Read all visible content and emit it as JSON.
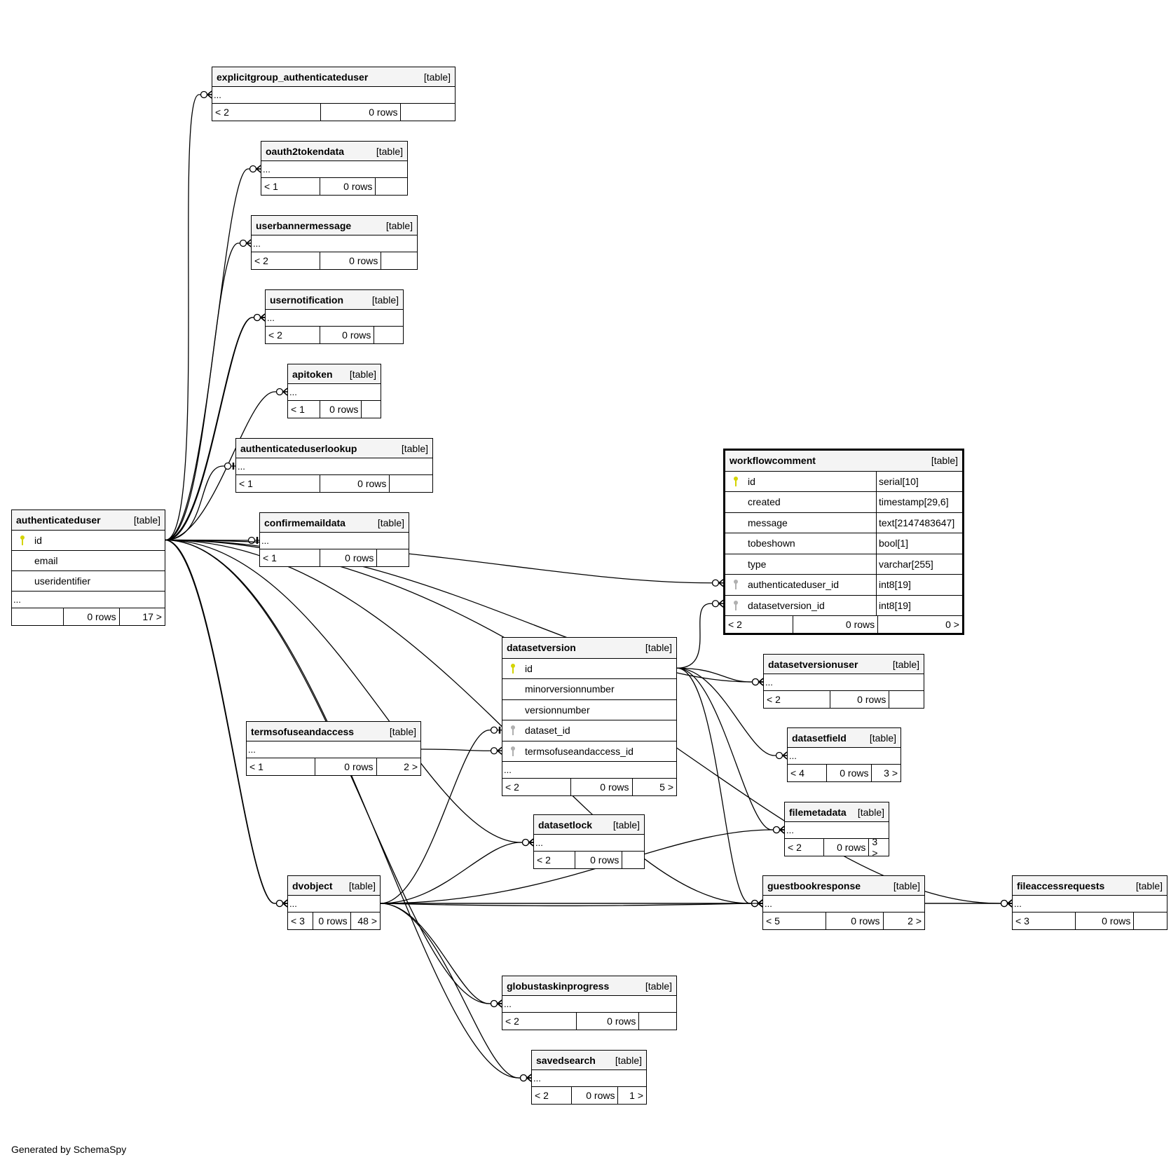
{
  "footer": {
    "generated_by": "Generated by SchemaSpy"
  },
  "type_label": "[table]",
  "icons": {
    "primary_key": "primary-key-icon",
    "foreign_key": "foreign-key-icon"
  },
  "colors": {
    "primary_key": "#d4d400",
    "foreign_key": "#b0b0b0",
    "header_bg": "#f4f4f4",
    "line": "#000000"
  },
  "tables": [
    {
      "id": "explicitgroup_authenticateduser",
      "name": "explicitgroup_authenticateduser",
      "type": "[table]",
      "columns": [],
      "ellipsis": "...",
      "parents": "< 2",
      "rows": "0 rows",
      "children": ""
    },
    {
      "id": "oauth2tokendata",
      "name": "oauth2tokendata",
      "type": "[table]",
      "columns": [],
      "ellipsis": "...",
      "parents": "< 1",
      "rows": "0 rows",
      "children": ""
    },
    {
      "id": "userbannermessage",
      "name": "userbannermessage",
      "type": "[table]",
      "columns": [],
      "ellipsis": "...",
      "parents": "< 2",
      "rows": "0 rows",
      "children": ""
    },
    {
      "id": "usernotification",
      "name": "usernotification",
      "type": "[table]",
      "columns": [],
      "ellipsis": "...",
      "parents": "< 2",
      "rows": "0 rows",
      "children": ""
    },
    {
      "id": "apitoken",
      "name": "apitoken",
      "type": "[table]",
      "columns": [],
      "ellipsis": "...",
      "parents": "< 1",
      "rows": "0 rows",
      "children": ""
    },
    {
      "id": "authenticateduserlookup",
      "name": "authenticateduserlookup",
      "type": "[table]",
      "columns": [],
      "ellipsis": "...",
      "parents": "< 1",
      "rows": "0 rows",
      "children": ""
    },
    {
      "id": "confirmemaildata",
      "name": "confirmemaildata",
      "type": "[table]",
      "columns": [],
      "ellipsis": "...",
      "parents": "< 1",
      "rows": "0 rows",
      "children": ""
    },
    {
      "id": "authenticateduser",
      "name": "authenticateduser",
      "type": "[table]",
      "columns": [
        {
          "name": "id",
          "key": "pk",
          "datatype": ""
        },
        {
          "name": "email",
          "key": "",
          "datatype": ""
        },
        {
          "name": "useridentifier",
          "key": "",
          "datatype": ""
        }
      ],
      "ellipsis": "...",
      "parents": "",
      "rows": "0 rows",
      "children": "17 >"
    },
    {
      "id": "workflowcomment",
      "name": "workflowcomment",
      "type": "[table]",
      "focus": true,
      "columns": [
        {
          "name": "id",
          "key": "pk",
          "datatype": "serial[10]"
        },
        {
          "name": "created",
          "key": "",
          "datatype": "timestamp[29,6]"
        },
        {
          "name": "message",
          "key": "",
          "datatype": "text[2147483647]"
        },
        {
          "name": "tobeshown",
          "key": "",
          "datatype": "bool[1]"
        },
        {
          "name": "type",
          "key": "",
          "datatype": "varchar[255]"
        },
        {
          "name": "authenticateduser_id",
          "key": "fk",
          "datatype": "int8[19]"
        },
        {
          "name": "datasetversion_id",
          "key": "fk",
          "datatype": "int8[19]"
        }
      ],
      "ellipsis": null,
      "parents": "< 2",
      "rows": "0 rows",
      "children": "0 >"
    },
    {
      "id": "datasetversion",
      "name": "datasetversion",
      "type": "[table]",
      "columns": [
        {
          "name": "id",
          "key": "pk",
          "datatype": ""
        },
        {
          "name": "minorversionnumber",
          "key": "",
          "datatype": ""
        },
        {
          "name": "versionnumber",
          "key": "",
          "datatype": ""
        },
        {
          "name": "dataset_id",
          "key": "fk",
          "datatype": ""
        },
        {
          "name": "termsofuseandaccess_id",
          "key": "fk",
          "datatype": ""
        }
      ],
      "ellipsis": "...",
      "parents": "< 2",
      "rows": "0 rows",
      "children": "5 >"
    },
    {
      "id": "datasetversionuser",
      "name": "datasetversionuser",
      "type": "[table]",
      "columns": [],
      "ellipsis": "...",
      "parents": "< 2",
      "rows": "0 rows",
      "children": ""
    },
    {
      "id": "termsofuseandaccess",
      "name": "termsofuseandaccess",
      "type": "[table]",
      "columns": [],
      "ellipsis": "...",
      "parents": "< 1",
      "rows": "0 rows",
      "children": "2 >"
    },
    {
      "id": "datasetfield",
      "name": "datasetfield",
      "type": "[table]",
      "columns": [],
      "ellipsis": "...",
      "parents": "< 4",
      "rows": "0 rows",
      "children": "3 >"
    },
    {
      "id": "datasetlock",
      "name": "datasetlock",
      "type": "[table]",
      "columns": [],
      "ellipsis": "...",
      "parents": "< 2",
      "rows": "0 rows",
      "children": ""
    },
    {
      "id": "filemetadata",
      "name": "filemetadata",
      "type": "[table]",
      "columns": [],
      "ellipsis": "...",
      "parents": "< 2",
      "rows": "0 rows",
      "children": "3 >"
    },
    {
      "id": "dvobject",
      "name": "dvobject",
      "type": "[table]",
      "columns": [],
      "ellipsis": "...",
      "parents": "< 3",
      "rows": "0 rows",
      "children": "48 >"
    },
    {
      "id": "guestbookresponse",
      "name": "guestbookresponse",
      "type": "[table]",
      "columns": [],
      "ellipsis": "...",
      "parents": "< 5",
      "rows": "0 rows",
      "children": "2 >"
    },
    {
      "id": "fileaccessrequests",
      "name": "fileaccessrequests",
      "type": "[table]",
      "columns": [],
      "ellipsis": "...",
      "parents": "< 3",
      "rows": "0 rows",
      "children": ""
    },
    {
      "id": "globustaskinprogress",
      "name": "globustaskinprogress",
      "type": "[table]",
      "columns": [],
      "ellipsis": "...",
      "parents": "< 2",
      "rows": "0 rows",
      "children": ""
    },
    {
      "id": "savedsearch",
      "name": "savedsearch",
      "type": "[table]",
      "columns": [],
      "ellipsis": "...",
      "parents": "< 2",
      "rows": "0 rows",
      "children": "1 >"
    }
  ],
  "relationships": [
    {
      "from": "authenticateduser",
      "to": "explicitgroup_authenticateduser",
      "cardinality": "zero-or-many"
    },
    {
      "from": "authenticateduser",
      "to": "oauth2tokendata",
      "cardinality": "zero-or-many"
    },
    {
      "from": "authenticateduser",
      "to": "userbannermessage",
      "cardinality": "zero-or-many"
    },
    {
      "from": "authenticateduser",
      "to": "usernotification",
      "cardinality": "zero-or-many"
    },
    {
      "from": "authenticateduser",
      "to": "usernotification",
      "cardinality": "zero-or-many"
    },
    {
      "from": "authenticateduser",
      "to": "apitoken",
      "cardinality": "zero-or-many"
    },
    {
      "from": "authenticateduser",
      "to": "authenticateduserlookup",
      "cardinality": "zero-or-one"
    },
    {
      "from": "authenticateduser",
      "to": "confirmemaildata",
      "cardinality": "zero-or-one"
    },
    {
      "from": "authenticateduser",
      "to": "workflowcomment",
      "to_column": "authenticateduser_id",
      "cardinality": "zero-or-many"
    },
    {
      "from": "datasetversion",
      "to": "workflowcomment",
      "to_column": "datasetversion_id",
      "cardinality": "zero-or-many"
    },
    {
      "from": "authenticateduser",
      "to": "datasetversionuser",
      "cardinality": "zero-or-many"
    },
    {
      "from": "datasetversion",
      "to": "datasetversionuser",
      "cardinality": "zero-or-many"
    },
    {
      "from": "datasetversion",
      "to": "datasetfield",
      "cardinality": "zero-or-many"
    },
    {
      "from": "datasetversion",
      "to": "filemetadata",
      "cardinality": "zero-or-many"
    },
    {
      "from": "datasetversion",
      "to": "guestbookresponse",
      "cardinality": "zero-or-many"
    },
    {
      "from": "termsofuseandaccess",
      "to": "datasetversion",
      "to_column": "termsofuseandaccess_id",
      "cardinality": "zero-or-many"
    },
    {
      "from": "dvobject",
      "to": "datasetversion",
      "to_column": "dataset_id",
      "cardinality": "zero-or-one"
    },
    {
      "from": "authenticateduser",
      "to": "datasetlock",
      "cardinality": "zero-or-many"
    },
    {
      "from": "dvobject",
      "to": "datasetlock",
      "cardinality": "zero-or-many"
    },
    {
      "from": "authenticateduser",
      "to": "dvobject",
      "cardinality": "zero-or-many"
    },
    {
      "from": "authenticateduser",
      "to": "dvobject",
      "cardinality": "zero-or-many"
    },
    {
      "from": "dvobject",
      "to": "filemetadata",
      "cardinality": "zero-or-many"
    },
    {
      "from": "dvobject",
      "to": "guestbookresponse",
      "cardinality": "zero-or-many"
    },
    {
      "from": "dvobject",
      "to": "guestbookresponse",
      "cardinality": "zero-or-many"
    },
    {
      "from": "authenticateduser",
      "to": "guestbookresponse",
      "cardinality": "zero-or-many"
    },
    {
      "from": "guestbookresponse",
      "to": "fileaccessrequests",
      "cardinality": "zero-or-many"
    },
    {
      "from": "authenticateduser",
      "to": "fileaccessrequests",
      "cardinality": "zero-or-many"
    },
    {
      "from": "dvobject",
      "to": "fileaccessrequests",
      "cardinality": "zero-or-many"
    },
    {
      "from": "authenticateduser",
      "to": "globustaskinprogress",
      "cardinality": "zero-or-many"
    },
    {
      "from": "dvobject",
      "to": "globustaskinprogress",
      "cardinality": "zero-or-many"
    },
    {
      "from": "authenticateduser",
      "to": "savedsearch",
      "cardinality": "zero-or-many"
    },
    {
      "from": "dvobject",
      "to": "savedsearch",
      "cardinality": "zero-or-many"
    }
  ]
}
